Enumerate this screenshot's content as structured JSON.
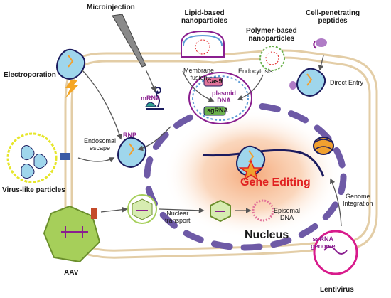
{
  "labels": {
    "microinjection": "Microinjection",
    "lipid_np": "Lipid-based\nnanoparticles",
    "polymer_np": "Polymer-based\nnanoparticles",
    "cpp": "Cell-penetrating\npeptides",
    "electroporation": "Electroporation",
    "membrane_fusion": "Membrane\nfusion",
    "endocytosis": "Endocytosis",
    "direct_entry": "Direct Entry",
    "mrna": "mRNA",
    "cas9": "Cas9",
    "plasmid_dna": "plasmid\nDNA",
    "sgrna": "sgRNA",
    "rnp": "RNP",
    "endosomal_escape": "Endosomal\nescape",
    "vlp": "Virus-like particles",
    "gene_editing": "Gene Editing",
    "genome_integration": "Genome\nIntegration",
    "nuclear_transport": "Nuclear\ntransport",
    "episomal_dna": "Episomal\nDNA",
    "nucleus": "Nucleus",
    "aav": "AAV",
    "ssrna_genome": "ssRNA\ngenome",
    "lentivirus": "Lentivirus"
  },
  "colors": {
    "cell_membrane": "#e3cda6",
    "nucleus_dash": "#6e5aa6",
    "nucleus_glow": "#f6b98a",
    "cas9_blue": "#9fd6ec",
    "guide_orange": "#f0a030",
    "lipid_purple": "#8a1f8f",
    "gene_editing_red": "#e02020",
    "aav_green": "#a6cf5a",
    "lenti_magenta": "#d81b8c",
    "vlp_yellow": "#e6e62a"
  }
}
